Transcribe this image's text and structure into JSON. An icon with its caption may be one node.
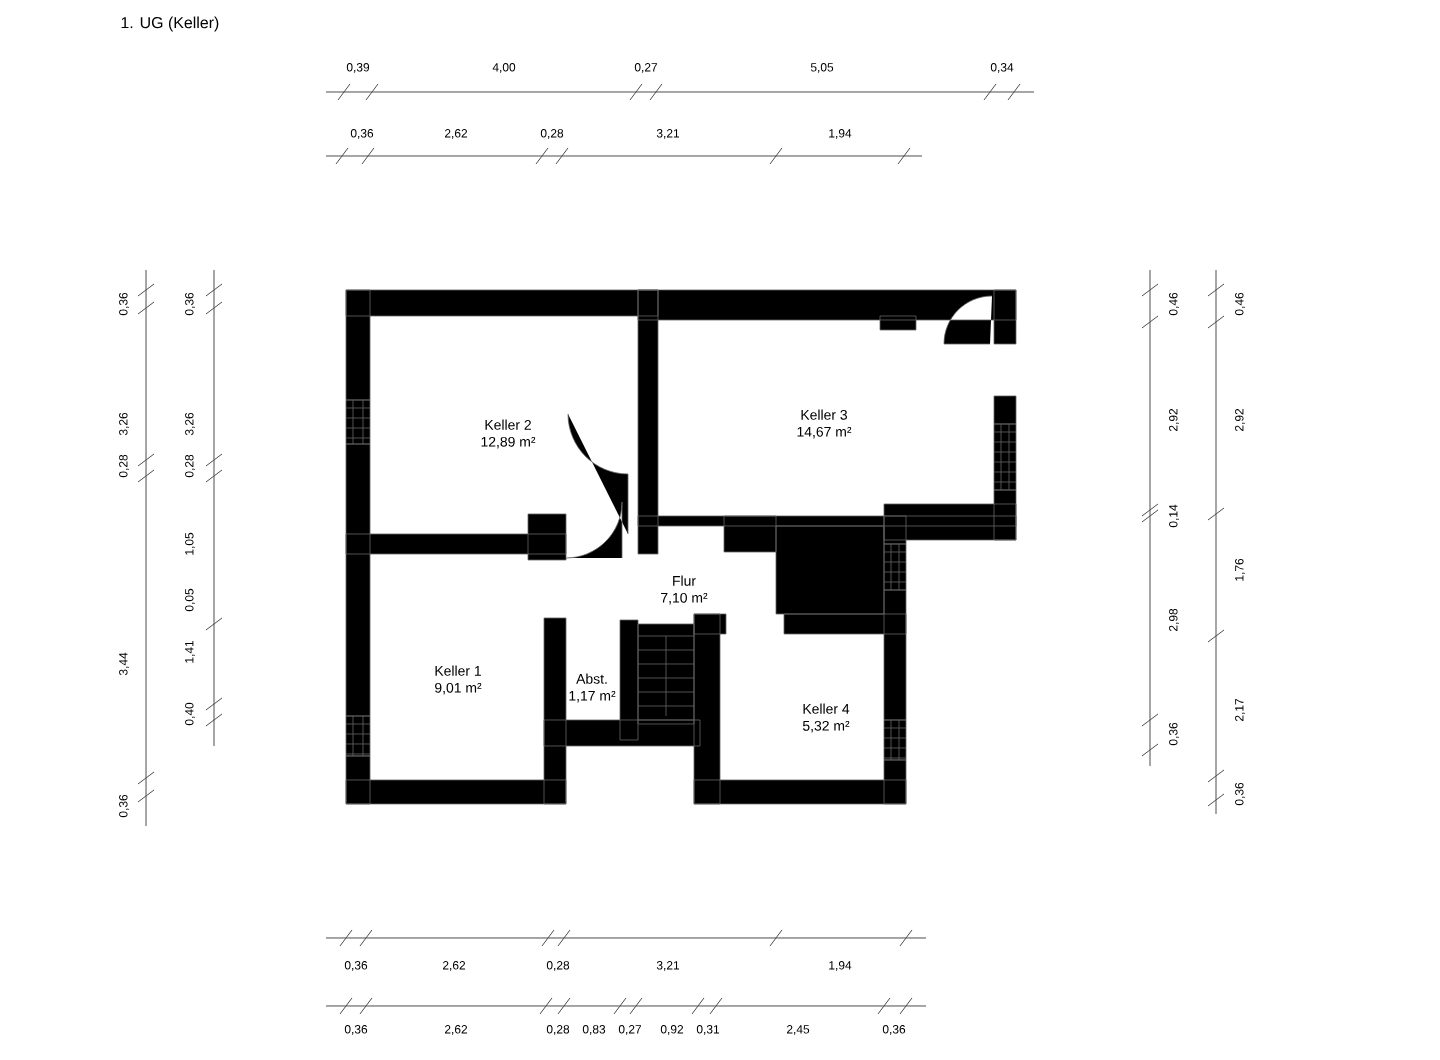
{
  "diagram": {
    "nodes": [
      {
        "text": [
          "Keller 2",
          "12,89 m²"
        ]
      },
      {
        "text": [
          "Keller 3",
          "14,67 m²"
        ]
      },
      {
        "text": [
          "Flur",
          "7,10 m²"
        ]
      },
      {
        "text": [
          "Keller 1",
          "9,01 m²"
        ]
      },
      {
        "text": [
          "Abst.",
          "1,17 m²"
        ]
      },
      {
        "text": [
          "Keller 4",
          "5,32 m²"
        ]
      }
    ],
    "labels": [
      "1. UG (Keller)",
      "0,39",
      "4,00",
      "0,27",
      "5,05",
      "0,34",
      "0,36",
      "2,62",
      "0,28",
      "3,21",
      "1,94",
      "0,36",
      "3,26",
      "0,28",
      "3,44",
      "0,36",
      "0,36",
      "3,26",
      "0,28",
      "1,05",
      "0,05",
      "1,41",
      "0,40",
      "0,46",
      "2,92",
      "0,14",
      "2,98",
      "0,36",
      "0,46",
      "2,92",
      "1,76",
      "2,17",
      "0,36",
      "0,36",
      "2,62",
      "0,28",
      "3,21",
      "1,94",
      "0,36",
      "2,62",
      "0,28",
      "0,83",
      "0,27",
      "0,92",
      "0,31",
      "2,45",
      "0,36"
    ]
  }
}
